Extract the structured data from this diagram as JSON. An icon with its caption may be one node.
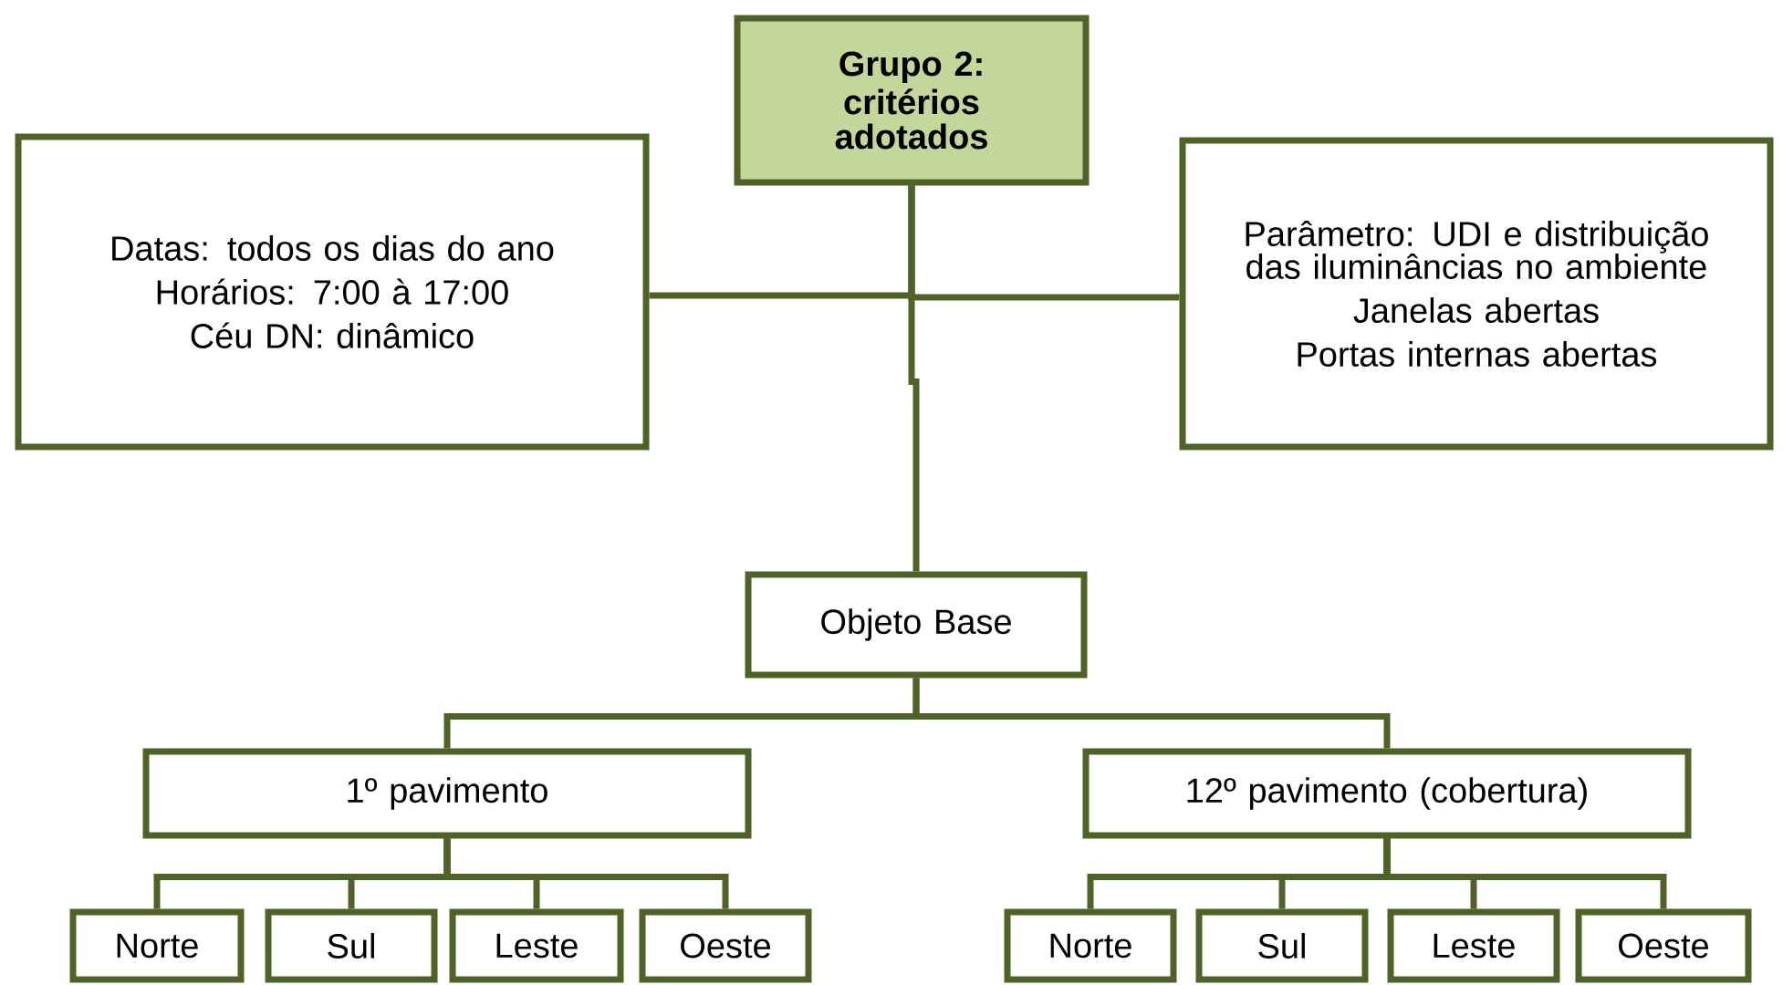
{
  "diagram": {
    "nodes": [
      {
        "text": [
          "Grupo 2:",
          "critérios adotados"
        ]
      },
      {
        "text": [
          "Datas: todos os dias do ano",
          "Horários: 7:00 à 17:00",
          "Céu DN: dinâmico"
        ]
      },
      {
        "text": [
          "Parâmetro: UDI e distribuição das iluminâncias no ambiente",
          "Janelas abertas",
          "Portas internas abertas"
        ]
      },
      {
        "text": [
          "Objeto Base"
        ]
      },
      {
        "text": [
          "1º pavimento"
        ]
      },
      {
        "text": [
          "12º pavimento (cobertura)"
        ]
      },
      {
        "text": [
          "Norte"
        ]
      },
      {
        "text": [
          "Sul"
        ]
      },
      {
        "text": [
          "Leste"
        ]
      },
      {
        "text": [
          "Oeste"
        ]
      },
      {
        "text": [
          "Norte"
        ]
      },
      {
        "text": [
          "Sul"
        ]
      },
      {
        "text": [
          "Leste"
        ]
      },
      {
        "text": [
          "Oeste"
        ]
      }
    ],
    "edges": [
      {
        "from": 0,
        "to": 1,
        "arrow": "none"
      },
      {
        "from": 0,
        "to": 2,
        "arrow": "none"
      },
      {
        "from": 0,
        "to": 3,
        "arrow": "none"
      },
      {
        "from": 3,
        "to": 4,
        "arrow": "none"
      },
      {
        "from": 3,
        "to": 5,
        "arrow": "none"
      },
      {
        "from": 4,
        "to": 6,
        "arrow": "none"
      },
      {
        "from": 4,
        "to": 7,
        "arrow": "none"
      },
      {
        "from": 4,
        "to": 8,
        "arrow": "none"
      },
      {
        "from": 4,
        "to": 9,
        "arrow": "none"
      },
      {
        "from": 5,
        "to": 10,
        "arrow": "none"
      },
      {
        "from": 5,
        "to": 11,
        "arrow": "none"
      },
      {
        "from": 5,
        "to": 12,
        "arrow": "none"
      },
      {
        "from": 5,
        "to": 13,
        "arrow": "none"
      }
    ]
  }
}
